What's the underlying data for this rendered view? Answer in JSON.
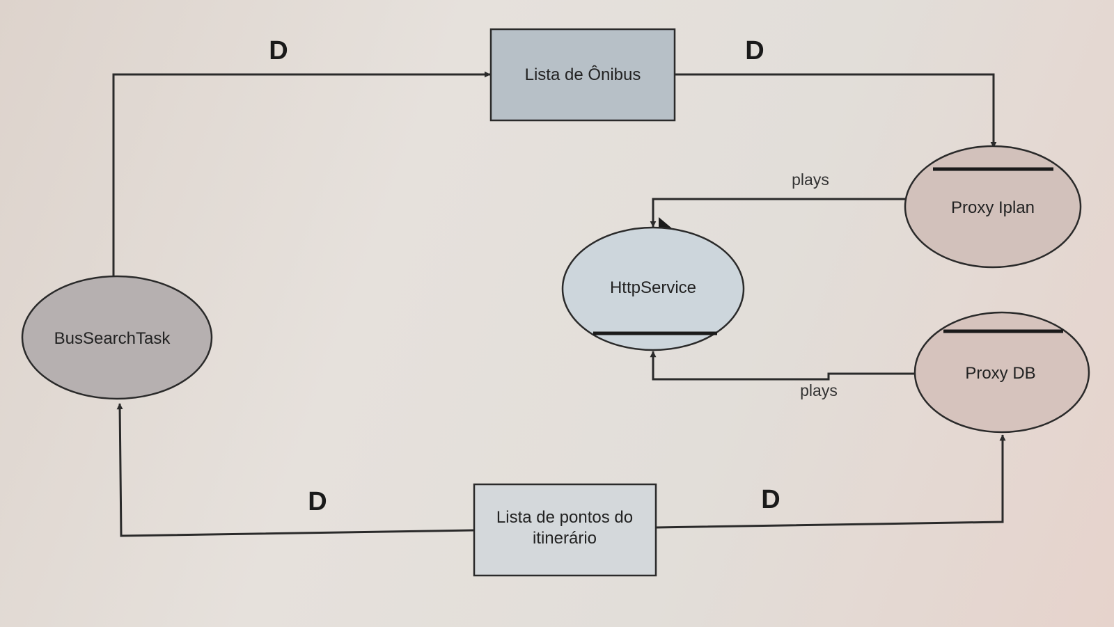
{
  "nodes": {
    "lista_onibus": {
      "label": "Lista de Ônibus",
      "fill": "#b7c0c7"
    },
    "lista_pontos": {
      "label_line1": "Lista de pontos do",
      "label_line2": "itinerário",
      "fill": "#d4d8db"
    },
    "bus_search_task": {
      "label": "BusSearchTask",
      "fill": "#b6b0b0"
    },
    "http_service": {
      "label": "HttpService",
      "fill": "#cdd6dc"
    },
    "proxy_iplan": {
      "label": "Proxy Iplan",
      "fill": "#d2c1bb"
    },
    "proxy_db": {
      "label": "Proxy DB",
      "fill": "#d6c3bd"
    }
  },
  "edges": {
    "task_to_onibus": {
      "label": "D"
    },
    "onibus_to_iplan": {
      "label": "D"
    },
    "pontos_to_task": {
      "label": "D"
    },
    "pontos_to_db": {
      "label": "D"
    },
    "iplan_to_http": {
      "label": "plays"
    },
    "db_to_http": {
      "label": "plays"
    }
  }
}
